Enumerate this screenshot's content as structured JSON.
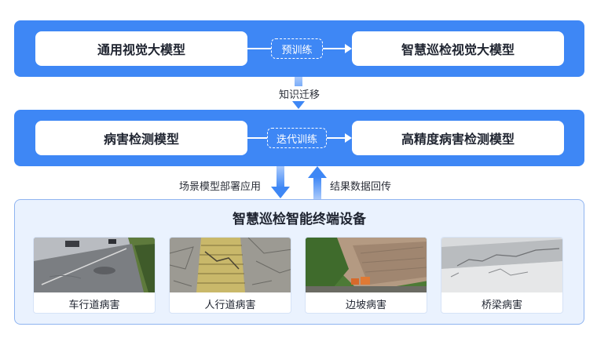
{
  "band1": {
    "left_label": "通用视觉大模型",
    "mid_label": "预训练",
    "right_label": "智慧巡检视觉大模型"
  },
  "transfer_label": "知识迁移",
  "band2": {
    "left_label": "病害检测模型",
    "mid_label": "迭代训练",
    "right_label": "高精度病害检测模型"
  },
  "deploy_label": "场景模型部署应用",
  "feedback_label": "结果数据回传",
  "panel": {
    "title": "智慧巡检智能终端设备",
    "cards": [
      {
        "caption": "车行道病害"
      },
      {
        "caption": "人行道病害"
      },
      {
        "caption": "边坡病害"
      },
      {
        "caption": "桥梁病害"
      }
    ]
  },
  "colors": {
    "accent": "#3e87f5",
    "panel_bg": "#eaf2fe"
  }
}
